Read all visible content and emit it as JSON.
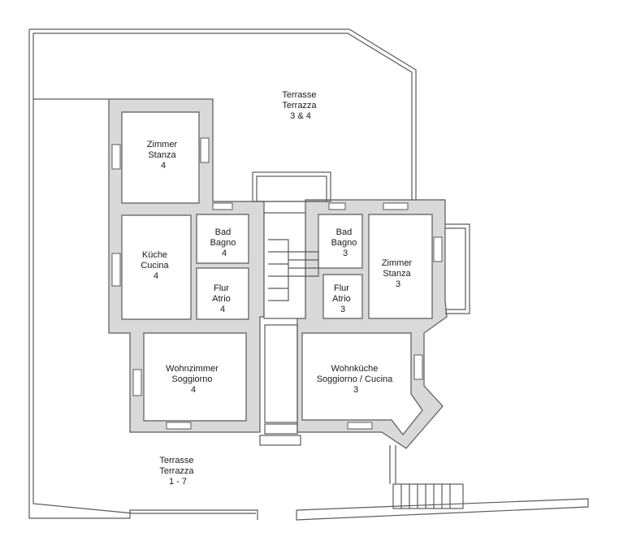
{
  "colors": {
    "wall_fill": "#d9d9d9",
    "line": "#5a5a5a",
    "room_fill": "#ffffff",
    "text": "#1a1a1a"
  },
  "rooms": [
    {
      "id": "terrasse-3-4",
      "lines": [
        "Terrasse",
        "Terrazza",
        "3 & 4"
      ]
    },
    {
      "id": "zimmer-4",
      "lines": [
        "Zimmer",
        "Stanza",
        "4"
      ]
    },
    {
      "id": "kueche-4",
      "lines": [
        "Küche",
        "Cucina",
        "4"
      ]
    },
    {
      "id": "bad-4",
      "lines": [
        "Bad",
        "Bagno",
        "4"
      ]
    },
    {
      "id": "flur-4",
      "lines": [
        "Flur",
        "Atrio",
        "4"
      ]
    },
    {
      "id": "bad-3",
      "lines": [
        "Bad",
        "Bagno",
        "3"
      ]
    },
    {
      "id": "flur-3",
      "lines": [
        "Flur",
        "Atrio",
        "3"
      ]
    },
    {
      "id": "zimmer-3",
      "lines": [
        "Zimmer",
        "Stanza",
        "3"
      ]
    },
    {
      "id": "wohnzimmer-4",
      "lines": [
        "Wohnzimmer",
        "Soggiorno",
        "4"
      ]
    },
    {
      "id": "wohnkueche-3",
      "lines": [
        "Wohnküche",
        "Soggiorno / Cucina",
        "3"
      ]
    },
    {
      "id": "terrasse-1-7",
      "lines": [
        "Terrasse",
        "Terrazza",
        "1 - 7"
      ]
    }
  ]
}
